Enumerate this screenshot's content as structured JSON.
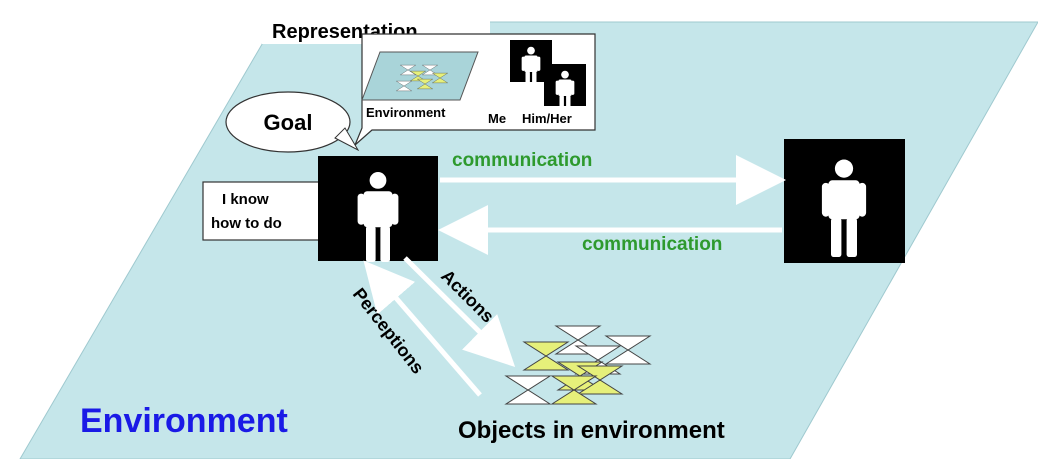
{
  "representation": {
    "title": "Representation",
    "environment_label": "Environment",
    "me_label": "Me",
    "him_her_label": "Him/Her"
  },
  "agent": {
    "goal_label": "Goal",
    "know_line1": "I know",
    "know_line2": "how to do"
  },
  "arrows": {
    "communication_top": "communication",
    "communication_bottom": "communication",
    "actions": "Actions",
    "perceptions": "Perceptions"
  },
  "environment": {
    "label": "Environment",
    "objects_label": "Objects in environment"
  },
  "colors": {
    "plane_fill": "#c5e6ea",
    "communication_text": "#2e9a2e",
    "environment_text": "#1a1ae6",
    "object_fill": "#e6f07a"
  }
}
